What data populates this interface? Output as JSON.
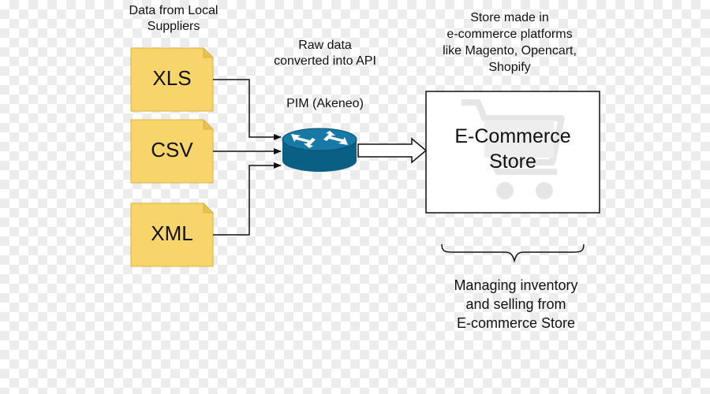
{
  "labels": {
    "sources": "Data from Local\nSuppliers",
    "raw_data": "Raw data\nconverted into API",
    "pim": "PIM (Akeneo)",
    "platforms": "Store made in\ne-commerce platforms\nlike Magento, Opencart,\nShopify",
    "managing": "Managing inventory\nand selling from\nE-commerce Store"
  },
  "documents": [
    "XLS",
    "CSV",
    "XML"
  ],
  "store": {
    "title": "E-Commerce\nStore"
  },
  "colors": {
    "document_fill": "#f7d56b",
    "document_border": "#d9b441",
    "router_blue": "#0e6d96",
    "router_dark": "#0a4e6d",
    "line": "#111111",
    "cart_watermark": "#e6e6e6"
  },
  "icons": {
    "router": "router-icon",
    "cart": "shopping-cart-icon"
  }
}
